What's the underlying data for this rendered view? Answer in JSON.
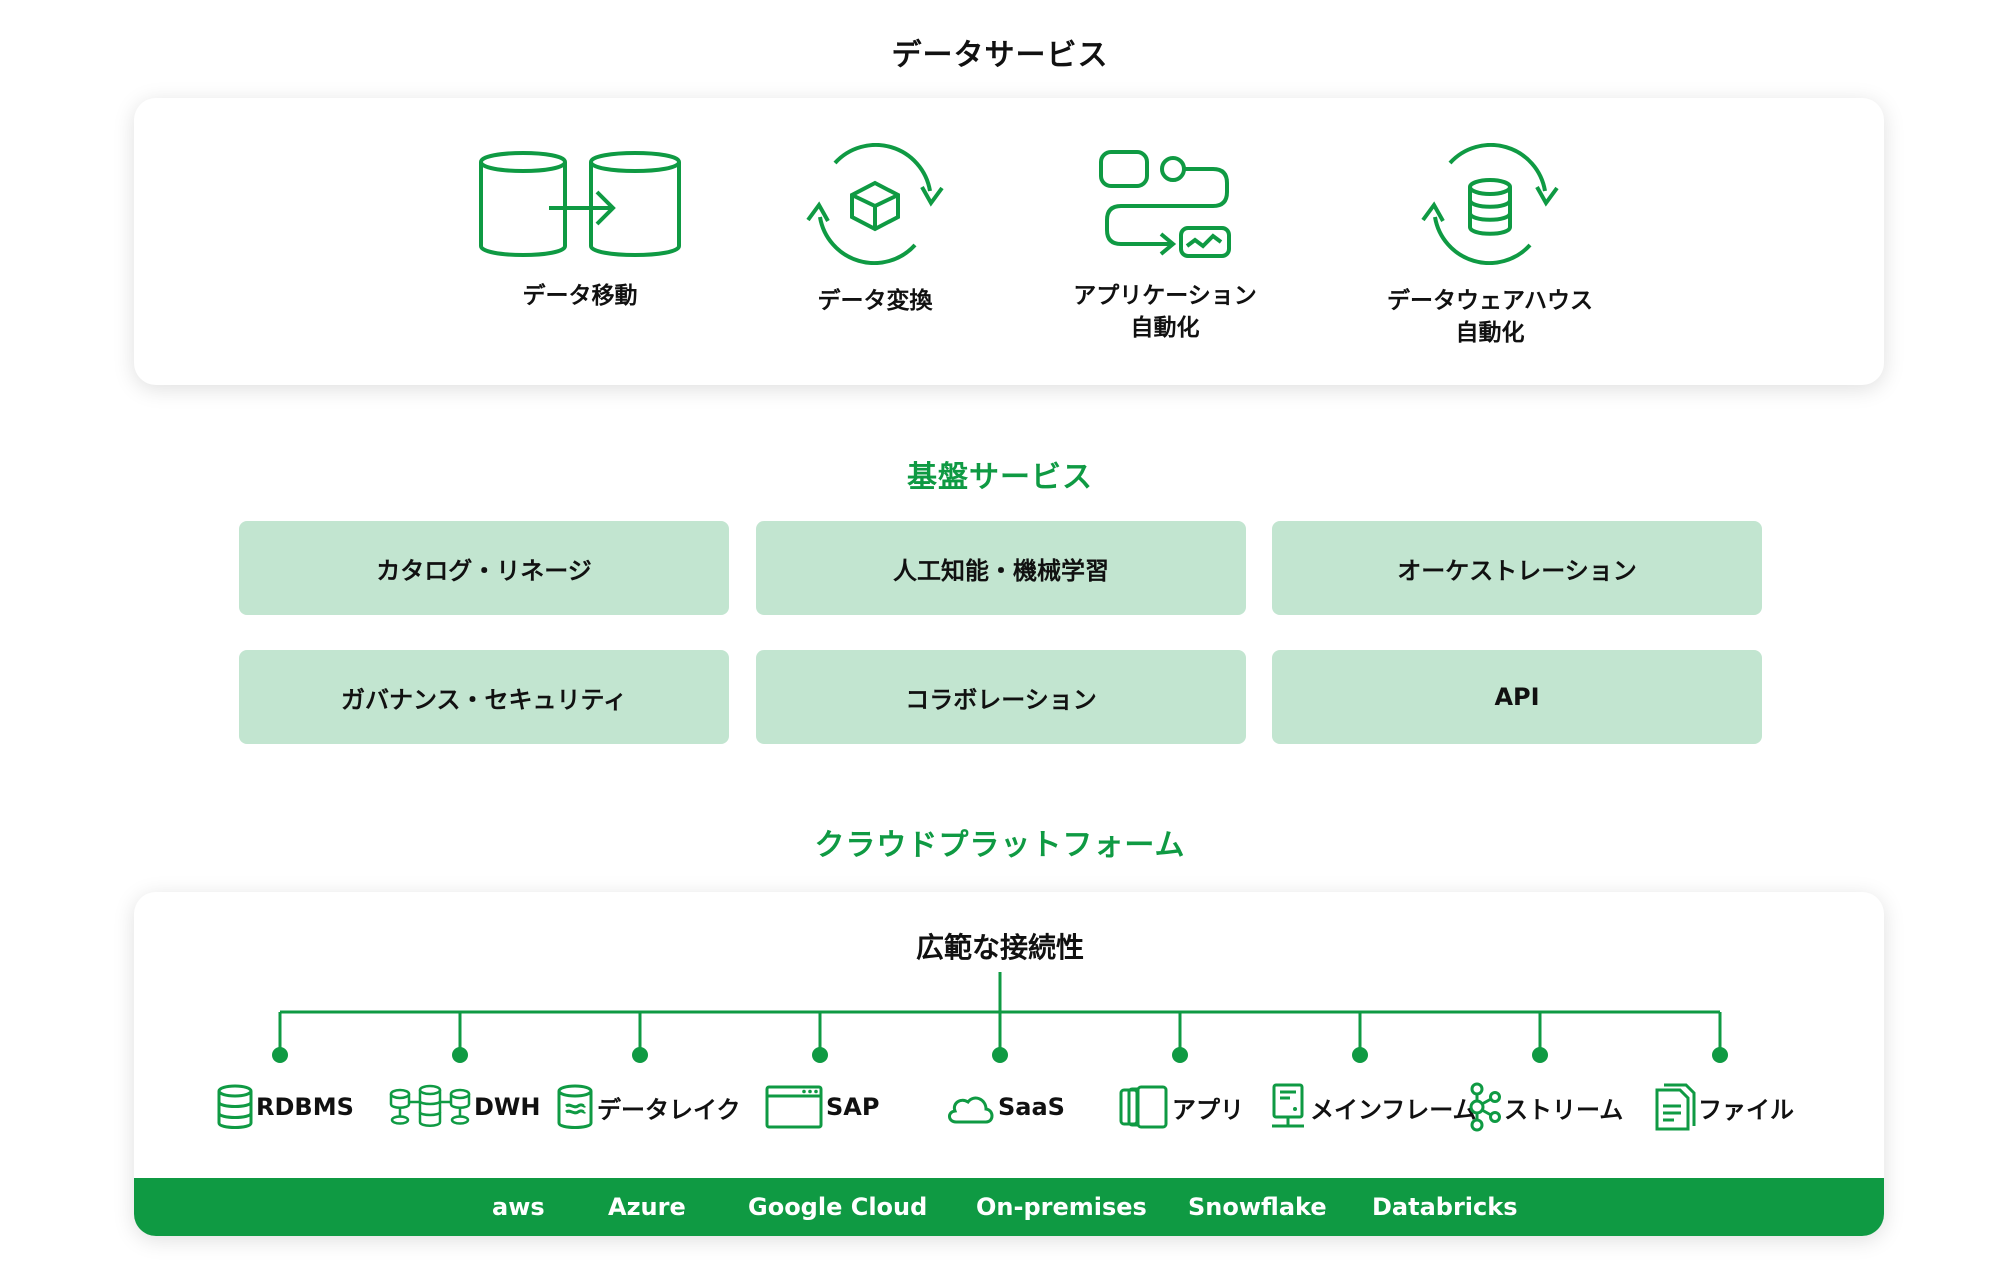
{
  "data_services": {
    "title": "データサービス",
    "items": [
      {
        "label": "データ移動",
        "icon": "database-transfer-icon"
      },
      {
        "label": "データ変換",
        "icon": "cube-cycle-icon"
      },
      {
        "label": "アプリケーション\n自動化",
        "icon": "workflow-icon"
      },
      {
        "label": "データウェアハウス\n自動化",
        "icon": "database-cycle-icon"
      }
    ]
  },
  "foundation_services": {
    "title": "基盤サービス",
    "items": [
      "カタログ・リネージ",
      "人工知能・機械学習",
      "オーケストレーション",
      "ガバナンス・セキュリティ",
      "コラボレーション",
      "API"
    ]
  },
  "cloud_platform": {
    "title": "クラウドプラットフォーム",
    "connectivity_title": "広範な接続性",
    "sources": [
      {
        "label": "RDBMS",
        "icon": "database-icon"
      },
      {
        "label": "DWH",
        "icon": "dwh-icon"
      },
      {
        "label": "データレイク",
        "icon": "data-lake-icon"
      },
      {
        "label": "SAP",
        "icon": "browser-window-icon"
      },
      {
        "label": "SaaS",
        "icon": "cloud-icon"
      },
      {
        "label": "アプリ",
        "icon": "app-stack-icon"
      },
      {
        "label": "メインフレーム",
        "icon": "mainframe-icon"
      },
      {
        "label": "ストリーム",
        "icon": "stream-icon"
      },
      {
        "label": "ファイル",
        "icon": "file-icon"
      }
    ],
    "platforms": [
      "aws",
      "Azure",
      "Google Cloud",
      "On-premises",
      "Snowflake",
      "Databricks"
    ]
  },
  "colors": {
    "accent": "#0f9a43",
    "tile": "#c2e5d0"
  }
}
